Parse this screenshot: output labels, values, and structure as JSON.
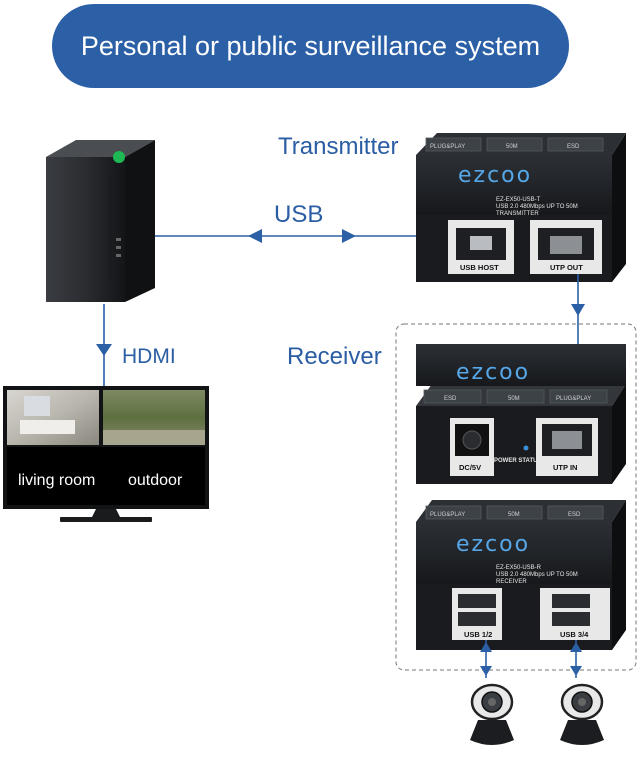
{
  "header": {
    "title": "Personal or public surveillance system"
  },
  "labels": {
    "transmitter": "Transmitter",
    "usb": "USB",
    "hdmi": "HDMI",
    "receiver": "Receiver"
  },
  "monitor": {
    "left_label": "living room",
    "right_label": "outdoor"
  },
  "transmitter": {
    "brand": "ezcoo",
    "model": "EZ-EX50-USB-T",
    "spec": "USB 2.0 480Mbps UP TO 50M",
    "role": "TRANSMITTER",
    "top_labels": [
      "PLUG&PLAY",
      "50M",
      "ESD"
    ],
    "port_usb": "USB HOST",
    "port_utp": "UTP OUT"
  },
  "receiver_top": {
    "brand": "ezcoo",
    "top_labels": [
      "ESD",
      "50M",
      "PLUG&PLAY"
    ],
    "port_dc": "DC/5V",
    "power_status": "POWER STATUS",
    "port_utp": "UTP IN"
  },
  "receiver_bottom": {
    "brand": "ezcoo",
    "model": "EZ-EX50-USB-R",
    "spec": "USB 2.0 480Mbps UP TO 50M",
    "role": "RECEIVER",
    "top_labels": [
      "PLUG&PLAY",
      "50M",
      "ESD"
    ],
    "port_usb12": "USB 1/2",
    "port_usb34": "USB 3/4"
  },
  "colors": {
    "accent": "#2b5fa6",
    "device": "#1f2226",
    "brand": "#56a7e8"
  }
}
